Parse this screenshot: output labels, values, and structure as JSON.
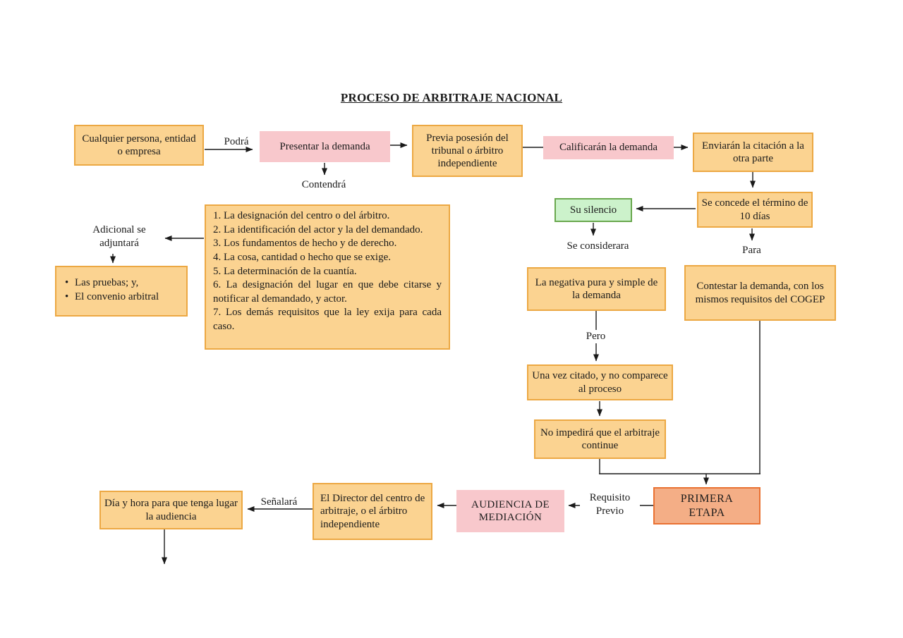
{
  "title": "PROCESO DE ARBITRAJE NACIONAL",
  "colors": {
    "orange_fill": "#FBD391",
    "orange_border": "#ECA843",
    "pink_fill": "#F8C8CC",
    "green_fill": "#CCF2CB",
    "green_border": "#6AA84F",
    "salmon_fill": "#F4AE86",
    "salmon_border": "#E97132",
    "line": "#1a1a1a"
  },
  "nodes": {
    "cualquier_persona": "Cualquier persona, entidad o empresa",
    "presentar_demanda": "Presentar la demanda",
    "previa_posesion": "Previa posesión del tribunal o árbitro independiente",
    "calificaran_demanda": "Calificarán la demanda",
    "enviaran_citacion": "Enviarán la citación a la otra parte",
    "se_concede": "Se concede el término de 10 días",
    "su_silencio": "Su silencio",
    "la_negativa": "La negativa pura y simple de la demanda",
    "contestar_demanda": "Contestar la demanda, con los mismos requisitos del COGEP",
    "una_vez_citado": "Una vez citado, y no comparece al proceso",
    "no_impedira": "No impedirá que el arbitraje continue",
    "primera_etapa": "PRIMERA ETAPA",
    "audiencia_mediacion": "AUDIENCIA DE MEDIACIÓN",
    "director_centro": "El Director del centro de arbitraje, o el árbitro independiente",
    "dia_hora": "Día y hora para que tenga lugar la audiencia"
  },
  "requisitos_demanda": {
    "items": [
      "1. La designación del centro o del árbitro.",
      "2. La identificación del actor y la del demandado.",
      "3. Los fundamentos de hecho y de derecho.",
      "4. La cosa, cantidad o hecho que se exige.",
      "5. La determinación de la cuantía.",
      "6. La designación del lugar en que debe citarse y notificar al demandado, y actor.",
      "7. Los demás requisitos que la ley exija para cada caso."
    ]
  },
  "adjuntos": {
    "items": [
      "Las pruebas; y,",
      "El convenio arbitral"
    ]
  },
  "labels": {
    "podra": "Podrá",
    "contendra": "Contendrá",
    "adicional": "Adicional se adjuntará",
    "se_considerara": "Se considerara",
    "para": "Para",
    "pero": "Pero",
    "requisito_previo": "Requisito Previo",
    "senalara": "Señalará"
  }
}
